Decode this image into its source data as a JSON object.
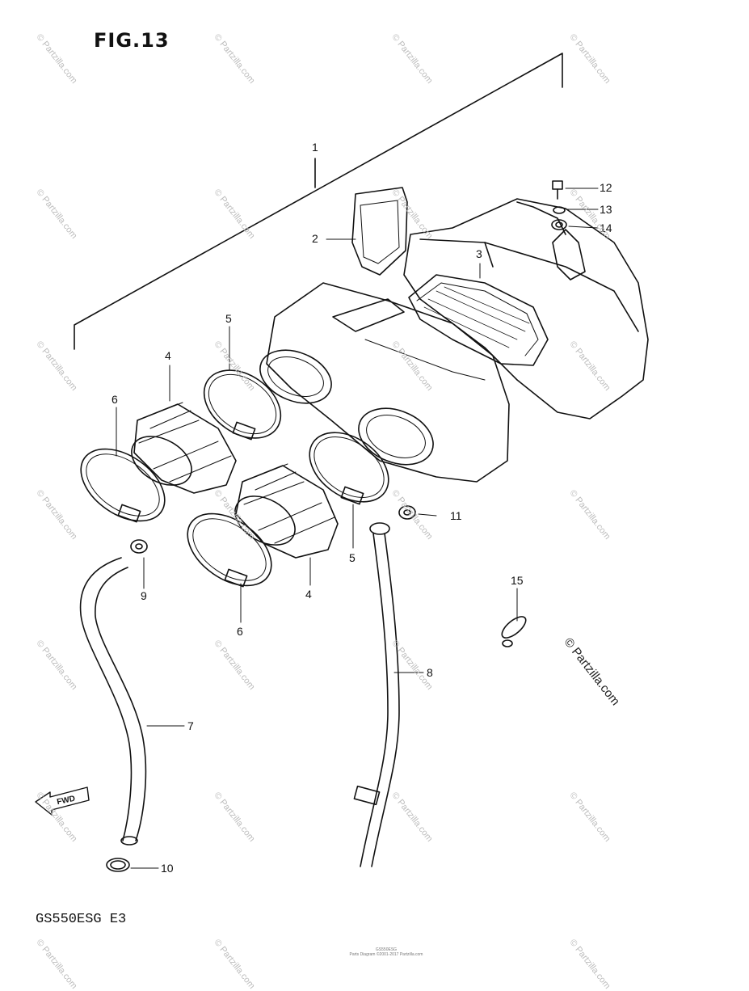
{
  "figure": {
    "title": "FIG.13",
    "model": "GS550ESG  E3"
  },
  "callouts": [
    {
      "id": "c1",
      "text": "1"
    },
    {
      "id": "c2",
      "text": "2"
    },
    {
      "id": "c3",
      "text": "3"
    },
    {
      "id": "c4a",
      "text": "4"
    },
    {
      "id": "c4b",
      "text": "4"
    },
    {
      "id": "c5a",
      "text": "5"
    },
    {
      "id": "c5b",
      "text": "5"
    },
    {
      "id": "c6a",
      "text": "6"
    },
    {
      "id": "c6b",
      "text": "6"
    },
    {
      "id": "c7",
      "text": "7"
    },
    {
      "id": "c8",
      "text": "8"
    },
    {
      "id": "c9",
      "text": "9"
    },
    {
      "id": "c10",
      "text": "10"
    },
    {
      "id": "c11",
      "text": "11"
    },
    {
      "id": "c12",
      "text": "12"
    },
    {
      "id": "c13",
      "text": "13"
    },
    {
      "id": "c14",
      "text": "14"
    },
    {
      "id": "c15",
      "text": "15"
    }
  ],
  "fwd_label": "FWD",
  "watermark": {
    "small": "© Partzilla.com",
    "large": "© Partzilla.com"
  },
  "footer": {
    "code": "GS550ESG",
    "line": "Parts Diagram ©2001-2017 Partzilla.com"
  }
}
